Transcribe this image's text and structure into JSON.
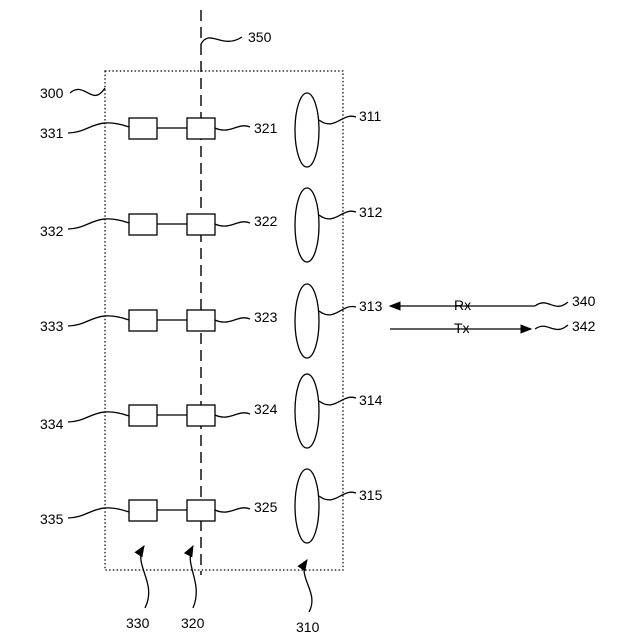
{
  "figure": {
    "device_label": "300",
    "axis_label": "350",
    "group_labels": [
      "330",
      "320",
      "310"
    ],
    "rows": [
      {
        "left_label": "331",
        "mid_label": "321",
        "right_label": "311"
      },
      {
        "left_label": "332",
        "mid_label": "322",
        "right_label": "312"
      },
      {
        "left_label": "333",
        "mid_label": "323",
        "right_label": "313"
      },
      {
        "left_label": "334",
        "mid_label": "324",
        "right_label": "314"
      },
      {
        "left_label": "335",
        "mid_label": "325",
        "right_label": "315"
      }
    ],
    "rx": {
      "text": "Rx",
      "label": "340"
    },
    "tx": {
      "text": "Tx",
      "label": "342"
    }
  }
}
